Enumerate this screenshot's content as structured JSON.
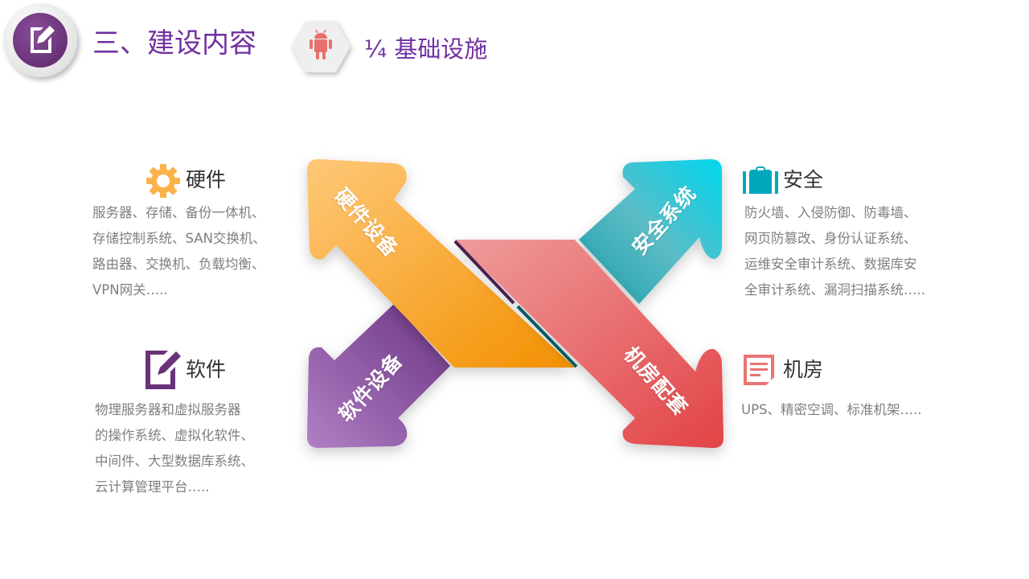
{
  "header": {
    "title": "三、建设内容",
    "subtitle": "¼ 基础设施",
    "badge_icon": "edit-document-icon",
    "section_icon": "android-icon"
  },
  "arrows": [
    {
      "label": "硬件设备",
      "color": "#fca730"
    },
    {
      "label": "安全系统",
      "color": "#22c2d6"
    },
    {
      "label": "软件设备",
      "color": "#8e56a4"
    },
    {
      "label": "机房配套",
      "color": "#e65558"
    }
  ],
  "blocks": {
    "hardware": {
      "icon": "gear-icon",
      "title": "硬件",
      "lines": [
        "服务器、存储、备份一体机、",
        "存储控制系统、SAN交换机、",
        "路由器、交换机、负载均衡、",
        "VPN网关….."
      ]
    },
    "software": {
      "icon": "edit-document-icon",
      "title": "软件",
      "lines": [
        "物理服务器和虚拟服务器",
        "的操作系统、虚拟化软件、",
        "中间件、大型数据库系统、",
        "云计算管理平台….."
      ]
    },
    "security": {
      "icon": "briefcase-icon",
      "title": "安全",
      "lines": [
        "防火墙、入侵防御、防毒墙、",
        "网页防篡改、身份认证系统、",
        "运维安全审计系统、数据库安",
        "全审计系统、漏洞扫描系统….."
      ]
    },
    "room": {
      "icon": "document-list-icon",
      "title": "机房",
      "lines": [
        "UPS、精密空调、标准机架….."
      ]
    }
  },
  "colors": {
    "accent": "#7030a0",
    "hardware": "#fcb24a",
    "security": "#00a8be",
    "room": "#e87474"
  }
}
